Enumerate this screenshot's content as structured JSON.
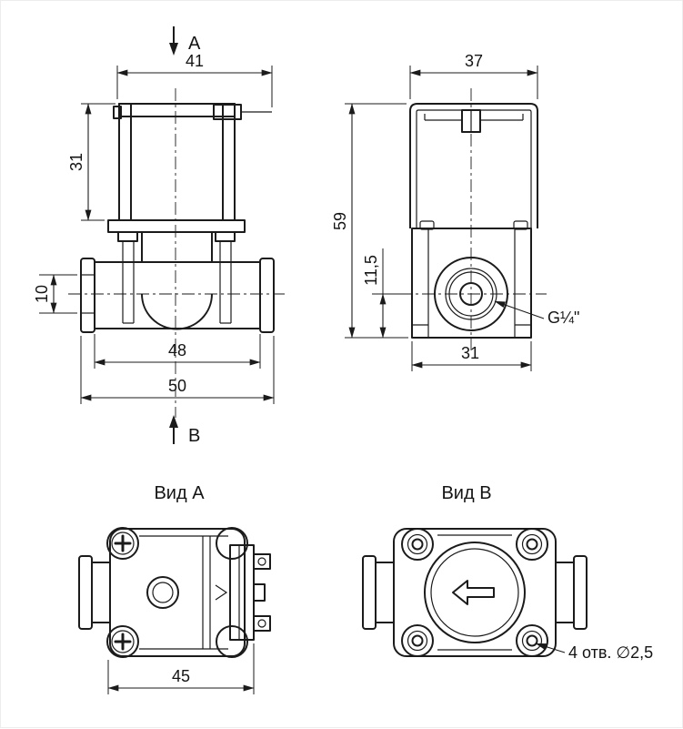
{
  "drawing": {
    "colors": {
      "line": "#1b1b1b",
      "background": "#ffffff"
    },
    "front_view": {
      "section_label_top": "A",
      "section_label_bottom": "B",
      "dim_coil_width": "41",
      "dim_coil_height": "31",
      "dim_port_bore": "10",
      "dim_body_width": "48",
      "dim_total_width": "50"
    },
    "side_view": {
      "dim_top_width": "37",
      "dim_total_height": "59",
      "dim_port_axis": "11,5",
      "dim_bottom_width": "31",
      "thread_label": "G¼\""
    },
    "view_a": {
      "title": "Вид A",
      "dim_width": "45"
    },
    "view_b": {
      "title": "Вид B",
      "holes_label": "4 отв. ∅2,5"
    }
  }
}
